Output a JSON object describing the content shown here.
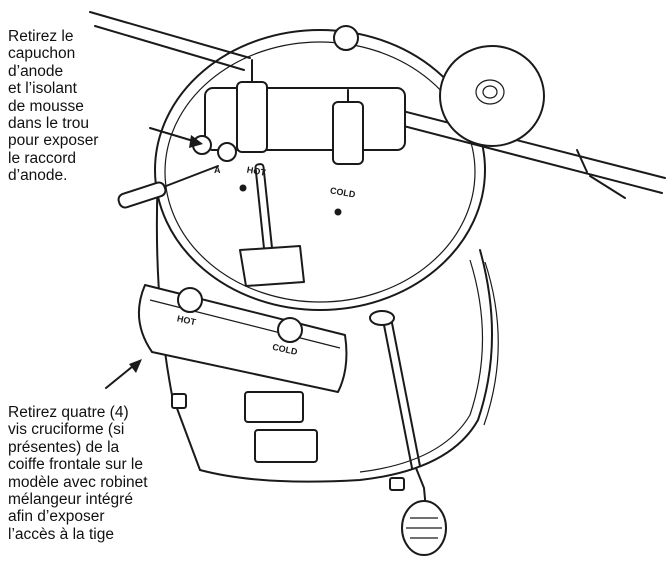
{
  "captions": {
    "anode": "Retirez le\ncapuchon\nd’anode\net l’isolant\nde mousse\ndans le trou\npour exposer\nle raccord\nd’anode.",
    "screws": "Retirez quatre (4)\nvis cruciforme (si\nprésentes) de la\ncoiffe frontale sur le\nmodèle avec robinet\nmélangeur intégré\nafin d’exposer\nl’accès à la tige"
  },
  "labels": {
    "hot_top": "HOT",
    "cold_top": "COLD",
    "anode_mark": "A",
    "hot_cover": "HOT",
    "cold_cover": "COLD"
  }
}
